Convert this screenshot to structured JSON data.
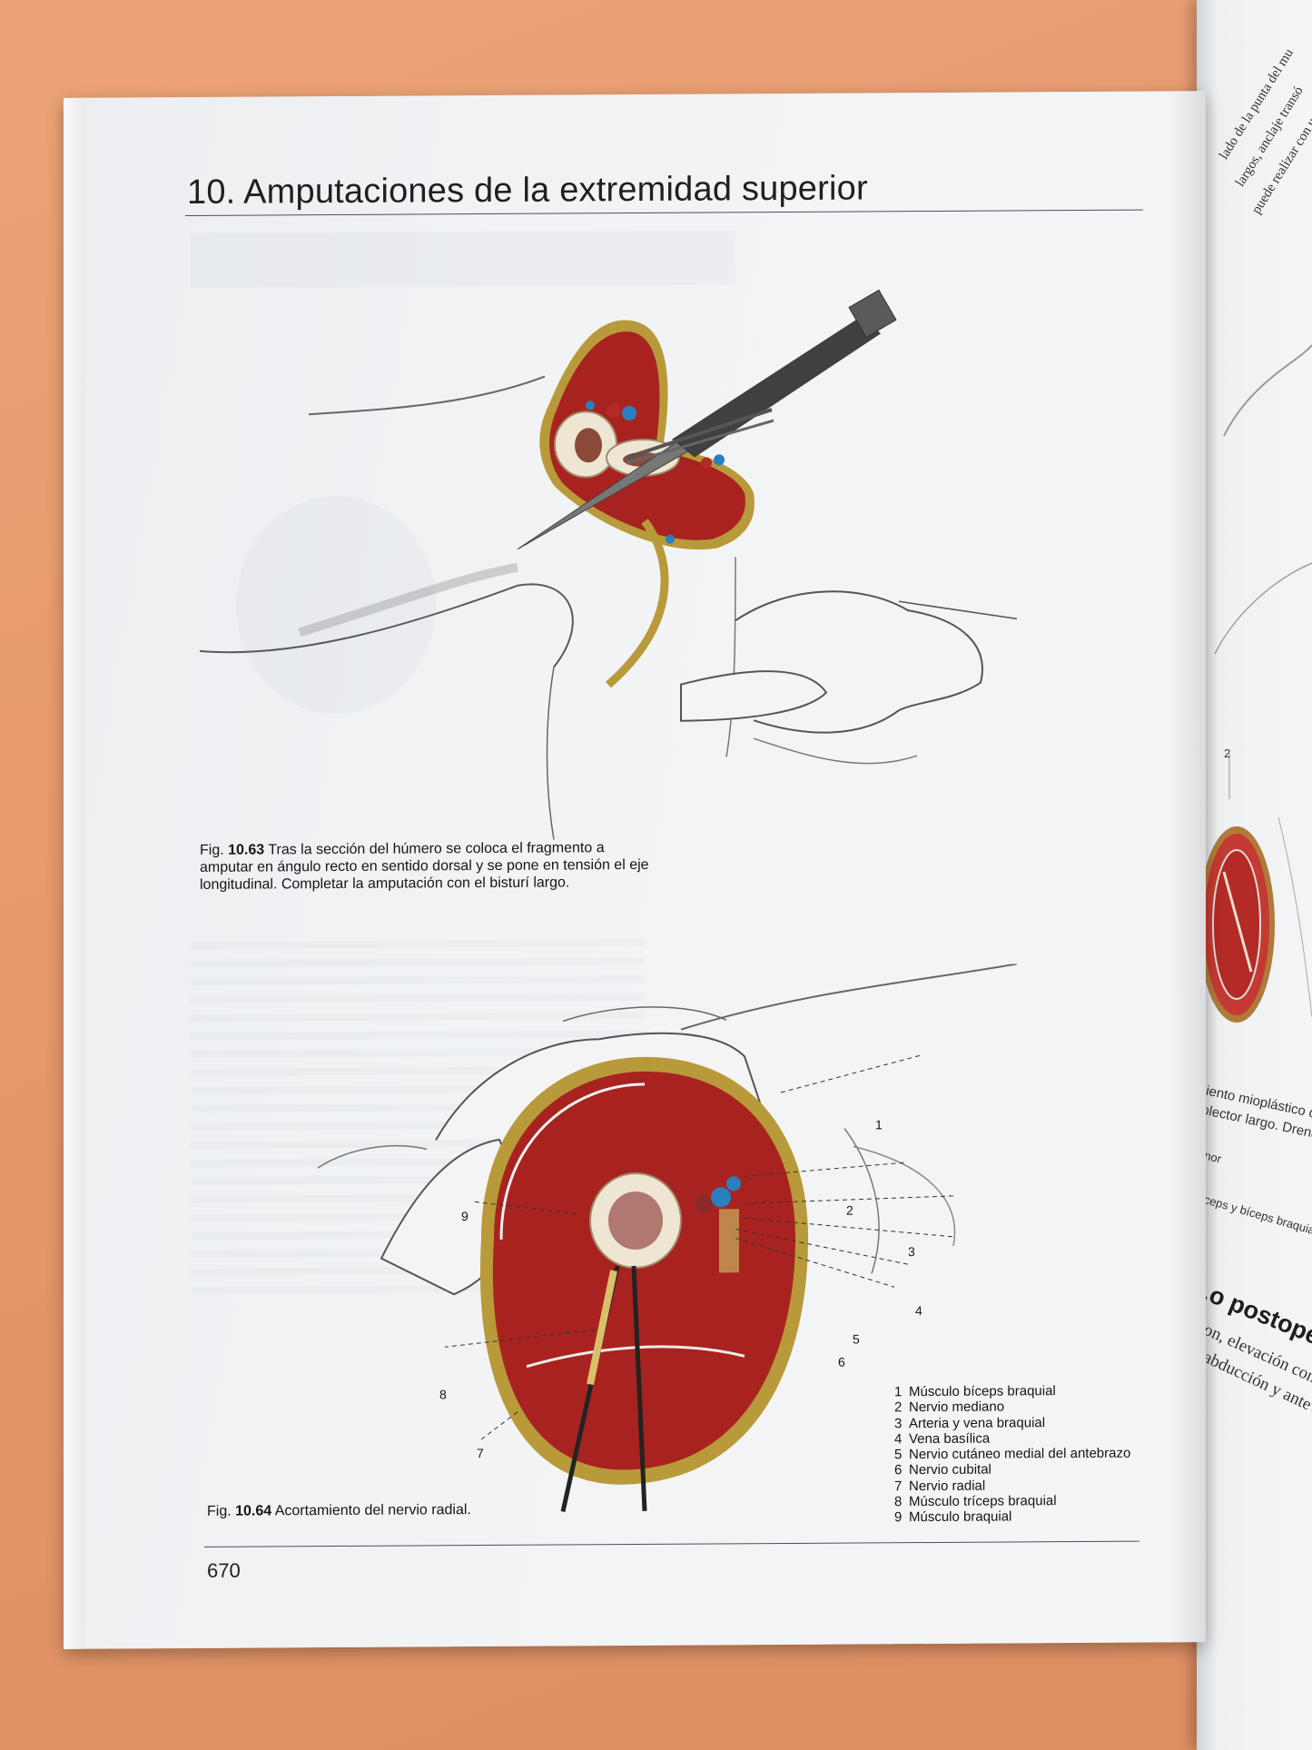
{
  "page": {
    "chapter_title": "10. Amputaciones de la extremidad superior",
    "page_number": "670"
  },
  "figures": {
    "fig_10_63": {
      "number": "10.63",
      "prefix": "Fig.",
      "text": "Tras la sección del húmero se coloca el fragmento a amputar en ángulo recto en sentido dorsal y se pone en tensión el eje longitudinal. Completar la amputación con el bisturí largo."
    },
    "fig_10_64": {
      "number": "10.64",
      "prefix": "Fig.",
      "text": "Acortamiento del nervio radial."
    }
  },
  "callouts": [
    "1",
    "2",
    "3",
    "4",
    "5",
    "6",
    "7",
    "8",
    "9"
  ],
  "legend": [
    {
      "num": "1",
      "label": "Músculo bíceps braquial"
    },
    {
      "num": "2",
      "label": "Nervio mediano"
    },
    {
      "num": "3",
      "label": "Arteria y vena braquial"
    },
    {
      "num": "4",
      "label": "Vena basílica"
    },
    {
      "num": "5",
      "label": "Nervio cutáneo medial del antebrazo"
    },
    {
      "num": "6",
      "label": "Nervio cubital"
    },
    {
      "num": "7",
      "label": "Nervio radial"
    },
    {
      "num": "8",
      "label": "Músculo tríceps braquial"
    },
    {
      "num": "9",
      "label": "Músculo braquial"
    }
  ],
  "facing_page": {
    "side_callout": "2",
    "snippet_top_1": "lado de la punta del mu",
    "snippet_top_2": "largos, anclaje transó",
    "snippet_top_3": "puede realizar con una",
    "caption_1": "miento mioplástico del extre",
    "caption_2": "colector largo. Drenaje.",
    "legend_1": "...nor",
    "legend_2": "...ceps y bíceps braquial",
    "heading": "...o postoperatori",
    "body_1": "...on, elevación con una",
    "body_2": "...abducción y anteversi"
  },
  "colors": {
    "background": "#e49a6c",
    "page": "#f2f3f5",
    "muscle": "#a8231f",
    "fascia": "#b89a3a",
    "bone": "#eee6d2",
    "artery": "#b22a2a",
    "vein": "#2a7fc0"
  }
}
